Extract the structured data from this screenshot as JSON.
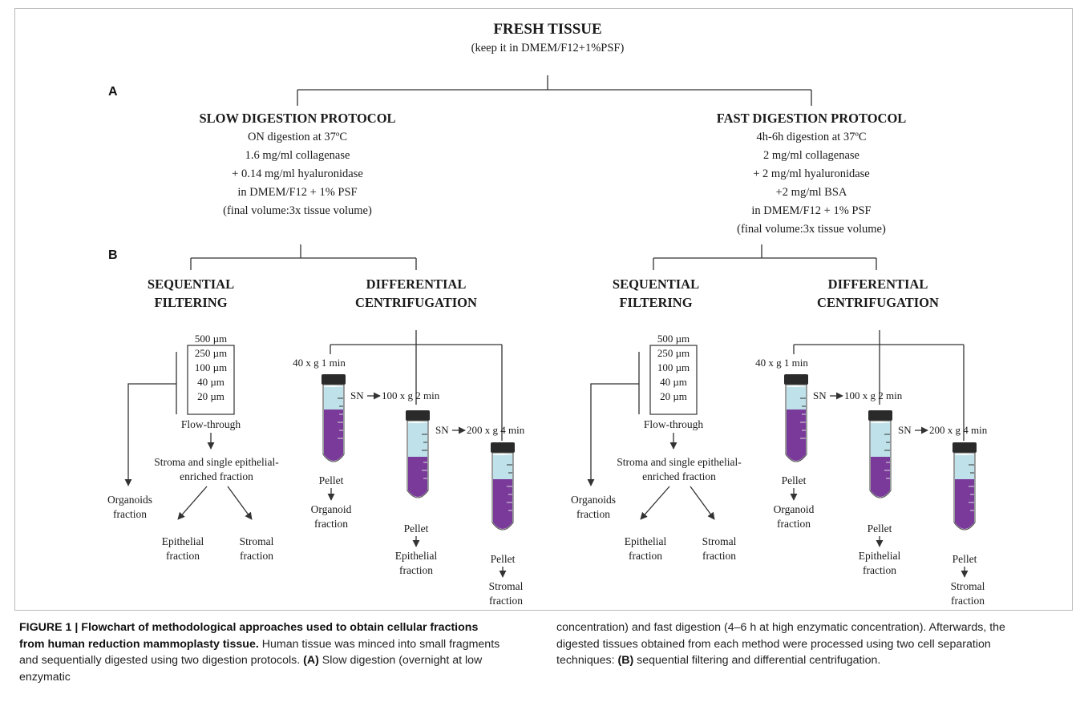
{
  "top": {
    "title": "FRESH TISSUE",
    "subtitle": "(keep it in DMEM/F12+1%PSF)"
  },
  "panel_labels": {
    "a": "A",
    "b": "B"
  },
  "protocols": [
    {
      "title": "SLOW DIGESTION PROTOCOL",
      "lines": [
        "ON digestion at 37ºC",
        "1.6  mg/ml collagenase",
        "+ 0.14 mg/ml hyaluronidase",
        "in DMEM/F12 + 1% PSF",
        "(final volume:3x tissue volume)"
      ]
    },
    {
      "title": "FAST DIGESTION PROTOCOL",
      "lines": [
        "4h-6h digestion at 37ºC",
        "2 mg/ml collagenase",
        "+ 2 mg/ml hyaluronidase",
        "+2 mg/ml BSA",
        "in DMEM/F12 + 1% PSF",
        "(final volume:3x tissue volume)"
      ]
    }
  ],
  "techniques": {
    "filtering": {
      "title1": "SEQUENTIAL",
      "title2": "FILTERING"
    },
    "centrifugation": {
      "title1": "DIFFERENTIAL",
      "title2": "CENTRIFUGATION"
    }
  },
  "filters": [
    "500 µm",
    "250 µm",
    "100 µm",
    "40 µm",
    "20 µm"
  ],
  "flow_through": "Flow-through",
  "stroma_fraction": [
    "Stroma and single epithelial-",
    "enriched fraction"
  ],
  "organoids_fraction": [
    "Organoids",
    "fraction"
  ],
  "epithelial_fraction": [
    "Epithelial",
    "fraction"
  ],
  "stromal_fraction": [
    "Stromal",
    "fraction"
  ],
  "centrifuge_steps": [
    "40 x g 1 min",
    "SN",
    "100 x g 2 min",
    "SN",
    "200 x g 4 min"
  ],
  "pellet": "Pellet",
  "organoid_fraction": [
    "Organoid",
    "fraction"
  ],
  "colors": {
    "tube_top": "#2a2a2a",
    "tube_liquid_light": "#bfe2ea",
    "tube_liquid_dark": "#7a3a9a",
    "line": "#333333"
  },
  "caption": {
    "label": "FIGURE 1 | Flowchart of methodological approaches used to obtain cellular fractions from human reduction mammoplasty tissue.",
    "col1": [
      "Human tissue was minced into small fragments and sequentially digested using two digestion protocols. ",
      "(A)",
      " Slow digestion (overnight at low enzymatic"
    ],
    "col2": [
      "concentration) and fast digestion (4–6 h at high enzymatic concentration). Afterwards, the digested tissues obtained from each method were processed using two cell separation techniques: ",
      "(B)",
      " sequential filtering and differential centrifugation."
    ]
  }
}
